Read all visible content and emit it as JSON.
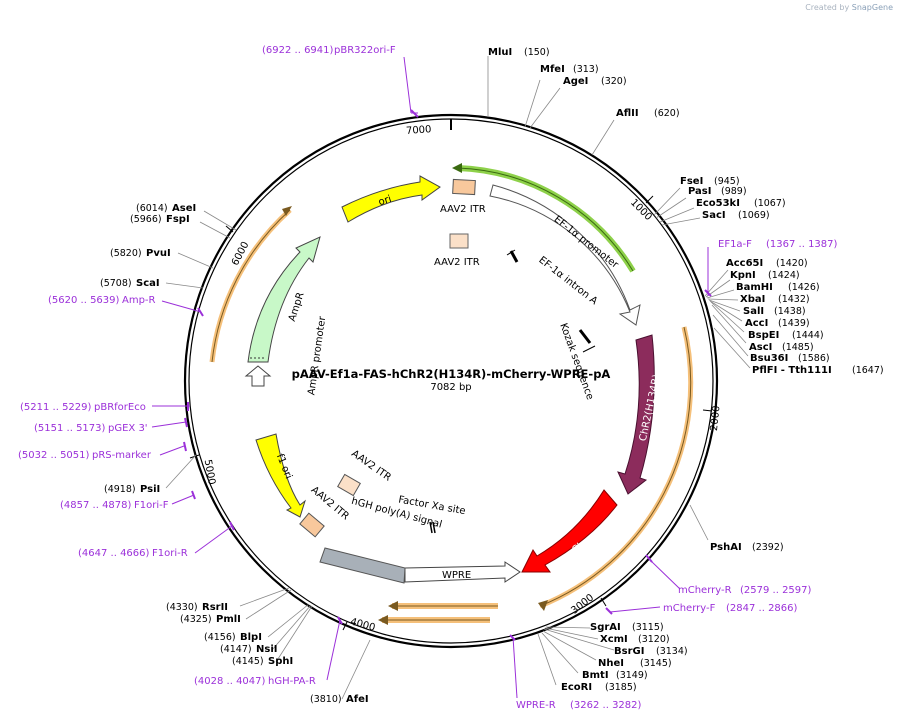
{
  "credit": {
    "prefix": "Created by",
    "brand": "SnapGene"
  },
  "plasmid": {
    "name": "pAAV-Ef1a-FAS-hChR2(H134R)-mCherry-WPRE-pA",
    "length_label": "7082 bp"
  },
  "ticks": [
    "1000",
    "2000",
    "3000",
    "4000",
    "5000",
    "6000",
    "7000"
  ],
  "sites_right": [
    {
      "name": "MluI",
      "pos": "(150)"
    },
    {
      "name": "MfeI",
      "pos": "(313)"
    },
    {
      "name": "AgeI",
      "pos": "(320)"
    },
    {
      "name": "AflII",
      "pos": "(620)"
    },
    {
      "name": "FseI",
      "pos": "(945)"
    },
    {
      "name": "PasI",
      "pos": "(989)"
    },
    {
      "name": "Eco53kI",
      "pos": "(1067)"
    },
    {
      "name": "SacI",
      "pos": "(1069)"
    },
    {
      "name": "Acc65I",
      "pos": "(1420)"
    },
    {
      "name": "KpnI",
      "pos": "(1424)"
    },
    {
      "name": "BamHI",
      "pos": "(1426)"
    },
    {
      "name": "XbaI",
      "pos": "(1432)"
    },
    {
      "name": "SalI",
      "pos": "(1438)"
    },
    {
      "name": "AccI",
      "pos": "(1439)"
    },
    {
      "name": "BspEI",
      "pos": "(1444)"
    },
    {
      "name": "AscI",
      "pos": "(1485)"
    },
    {
      "name": "Bsu36I",
      "pos": "(1586)"
    },
    {
      "name": "PflFI - Tth111I",
      "pos": "(1647)"
    },
    {
      "name": "PshAI",
      "pos": "(2392)"
    },
    {
      "name": "SgrAI",
      "pos": "(3115)"
    },
    {
      "name": "XcmI",
      "pos": "(3120)"
    },
    {
      "name": "BsrGI",
      "pos": "(3134)"
    },
    {
      "name": "NheI",
      "pos": "(3145)"
    },
    {
      "name": "BmtI",
      "pos": "(3149)"
    },
    {
      "name": "EcoRI",
      "pos": "(3185)"
    }
  ],
  "sites_left": [
    {
      "name": "AseI",
      "pos": "(6014)"
    },
    {
      "name": "FspI",
      "pos": "(5966)"
    },
    {
      "name": "PvuI",
      "pos": "(5820)"
    },
    {
      "name": "ScaI",
      "pos": "(5708)"
    },
    {
      "name": "PsiI",
      "pos": "(4918)"
    },
    {
      "name": "RsrII",
      "pos": "(4330)"
    },
    {
      "name": "PmlI",
      "pos": "(4325)"
    },
    {
      "name": "BlpI",
      "pos": "(4156)"
    },
    {
      "name": "NsiI",
      "pos": "(4147)"
    },
    {
      "name": "SphI",
      "pos": "(4145)"
    },
    {
      "name": "AfeI",
      "pos": "(3810)"
    }
  ],
  "primers": [
    {
      "range": "(6922 .. 6941)",
      "name": "pBR322ori-F"
    },
    {
      "name": "EF1a-F",
      "range": "(1367 .. 1387)"
    },
    {
      "range": "(5620 .. 5639)",
      "name": "Amp-R"
    },
    {
      "range": "(5211 .. 5229)",
      "name": "pBRforEco"
    },
    {
      "range": "(5151 .. 5173)",
      "name": "pGEX 3'"
    },
    {
      "range": "(5032 .. 5051)",
      "name": "pRS-marker"
    },
    {
      "range": "(4857 .. 4878)",
      "name": "F1ori-F"
    },
    {
      "range": "(4647 .. 4666)",
      "name": "F1ori-R"
    },
    {
      "name": "mCherry-R",
      "range": "(2579 .. 2597)"
    },
    {
      "name": "mCherry-F",
      "range": "(2847 .. 2866)"
    },
    {
      "range": "(4028 .. 4047)",
      "name": "hGH-PA-R"
    },
    {
      "name": "WPRE-R",
      "range": "(3262 .. 3282)"
    }
  ],
  "features": {
    "ori": "ori",
    "itr_top": "AAV2 ITR",
    "itr_inner": "AAV2 ITR",
    "ef1a_promoter": "EF-1α promoter",
    "ef1a_intron": "EF-1α intron A",
    "kozak": "Kozak sequence",
    "chr2": "ChR2(H134R)",
    "mcherry": "mCherry",
    "wpre": "WPRE",
    "hgh": "hGH poly(A) signal",
    "factor_xa": "Factor Xa site",
    "itr_bottom1": "AAV2 ITR",
    "itr_bottom2": "AAV2 ITR",
    "f1ori": "f1 ori",
    "ampr": "AmpR",
    "ampr_promoter": "AmpR promoter"
  },
  "colors": {
    "backbone": "#000000",
    "ori": "#ffff00",
    "itr": "#f8c89c",
    "ef1a_promoter": "#ffffff",
    "chr2": "#8c2c5c",
    "mcherry": "#ff0000",
    "wpre": "#ffffff",
    "hgh": "#a8b0b8",
    "f1ori": "#ffff00",
    "ampr": "#c8f8c8",
    "orf_ring": "#f5c07a",
    "primer": "#9b30d9",
    "highlight": "#8ed14a"
  }
}
